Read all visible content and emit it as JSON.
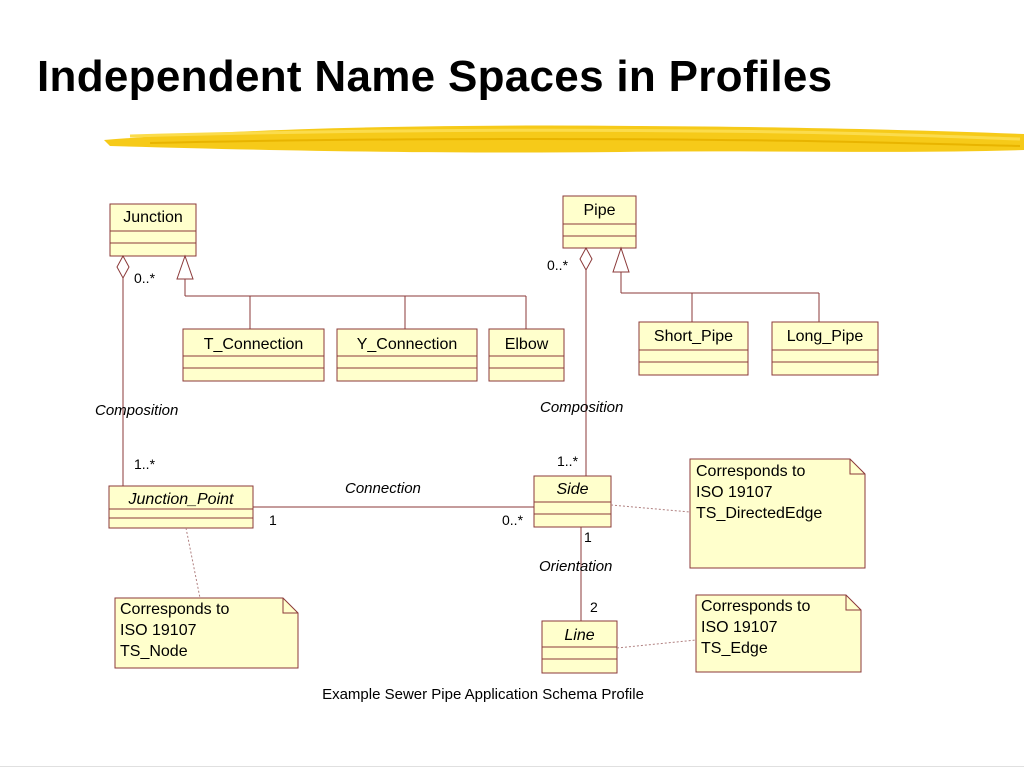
{
  "slide": {
    "title": "Independent Name Spaces in Profiles",
    "caption": "Example Sewer Pipe Application Schema Profile"
  },
  "colors": {
    "class_fill": "#ffffcc",
    "class_border": "#8b3a3a",
    "highlight": "#f5c400"
  },
  "classes": {
    "junction": "Junction",
    "pipe": "Pipe",
    "t_connection": "T_Connection",
    "y_connection": "Y_Connection",
    "elbow": "Elbow",
    "short_pipe": "Short_Pipe",
    "long_pipe": "Long_Pipe",
    "junction_point": "Junction_Point",
    "side": "Side",
    "line": "Line"
  },
  "associations": {
    "junction_composition": "Composition",
    "pipe_composition": "Composition",
    "connection": "Connection",
    "orientation": "Orientation"
  },
  "multiplicities": {
    "junction_agg": "0..*",
    "junction_point_end": "1..*",
    "pipe_agg": "0..*",
    "side_top": "1..*",
    "junction_point_conn": "1",
    "side_conn": "0..*",
    "side_orient": "1",
    "line_orient": "2"
  },
  "notes": {
    "side_note": [
      "Corresponds to",
      "ISO 19107",
      "TS_DirectedEdge"
    ],
    "junction_point_note": [
      "Corresponds to",
      "ISO 19107",
      "TS_Node"
    ],
    "line_note": [
      "Corresponds to",
      "ISO 19107",
      "TS_Edge"
    ]
  }
}
